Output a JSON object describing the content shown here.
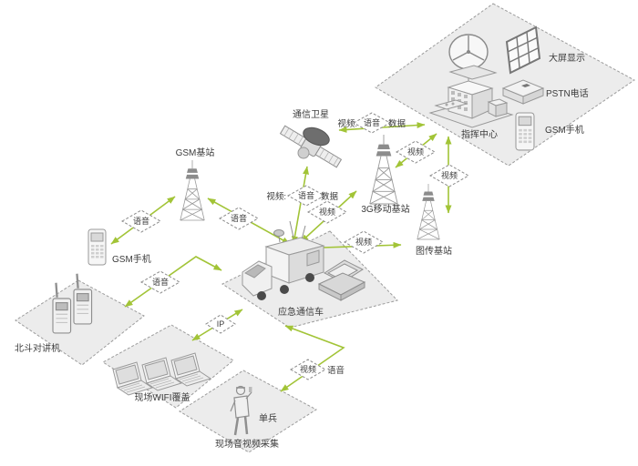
{
  "nodes": {
    "satellite": "通信卫星",
    "gsm_bts": "GSM基站",
    "gsm_phone_left": "GSM手机",
    "beidou_radio": "北斗对讲机",
    "wifi_site": "现场WIFI覆盖",
    "vehicle": "应急通信车",
    "soldier": "单兵",
    "av_capture": "现场音视频采集",
    "bts_3g": "3G移动基站",
    "video_bts": "图传基站",
    "command_center": "指挥中心",
    "big_screen": "大屏显示",
    "pstn_phone": "PSTN电话",
    "gsm_phone_right": "GSM手机"
  },
  "edge_labels": {
    "voice": "语音",
    "video": "视频",
    "data": "数据",
    "ip": "IP",
    "video_colon": "视频:"
  },
  "colors": {
    "arrow": "#a2c437",
    "region_fill": "#ececec",
    "region_border": "#9c9c9c",
    "icon_stroke": "#9a9a9a",
    "text": "#3c3c3c"
  }
}
